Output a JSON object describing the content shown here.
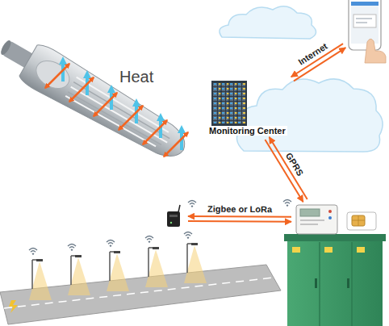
{
  "diagram": {
    "nodes": [
      {
        "text": []
      },
      {
        "text": [
          "Monitoring Center"
        ]
      },
      {
        "text": []
      },
      {
        "text": []
      }
    ],
    "edges": [
      {
        "from": 1,
        "to": 0,
        "arrow": "both",
        "label": "Internet"
      },
      {
        "from": 1,
        "to": 3,
        "arrow": "both",
        "label": "GPRS"
      },
      {
        "from": 2,
        "to": 3,
        "arrow": "both",
        "label": "Zigbee or LoRa"
      }
    ],
    "labels": [
      "Heat"
    ]
  }
}
